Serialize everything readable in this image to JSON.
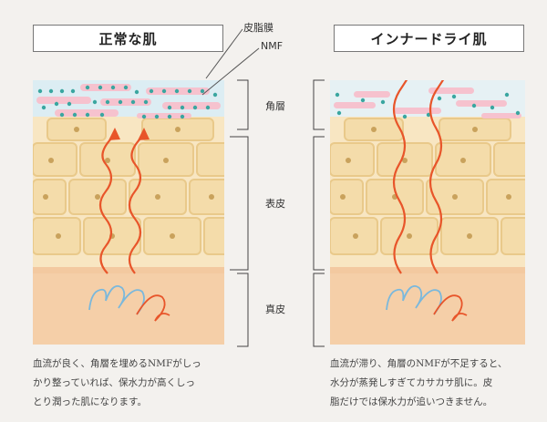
{
  "panels": {
    "normal": {
      "title": "正常な肌",
      "caption": [
        "血流が良く、角層を埋めるNMFがしっ",
        "かり整っていれば、保水力が高くしっ",
        "とり潤った肌になります。"
      ]
    },
    "inner_dry": {
      "title": "インナードライ肌",
      "caption": [
        "血流が滞り、角層のNMFが不足すると、",
        "水分が蒸発しすぎてカサカサ肌に。皮",
        "脂だけでは保水力が追いつきません。"
      ]
    }
  },
  "labels": {
    "sebum_film": "皮脂膜",
    "nmf": "NMF",
    "stratum_corneum": "角層",
    "epidermis": "表皮",
    "dermis": "真皮"
  },
  "colors": {
    "arrow": "#e8552a",
    "capillary_blue": "#7ab8dc",
    "cell_fill": "#f4dcaa",
    "cell_outline": "#e9c98a",
    "nucleus": "#c9a25c",
    "dermis": "#f5cfa8",
    "horny_pink": "#f6c2ce",
    "horny_blue": "#d7ecf2",
    "nmf_dot": "#3aa6a0"
  }
}
